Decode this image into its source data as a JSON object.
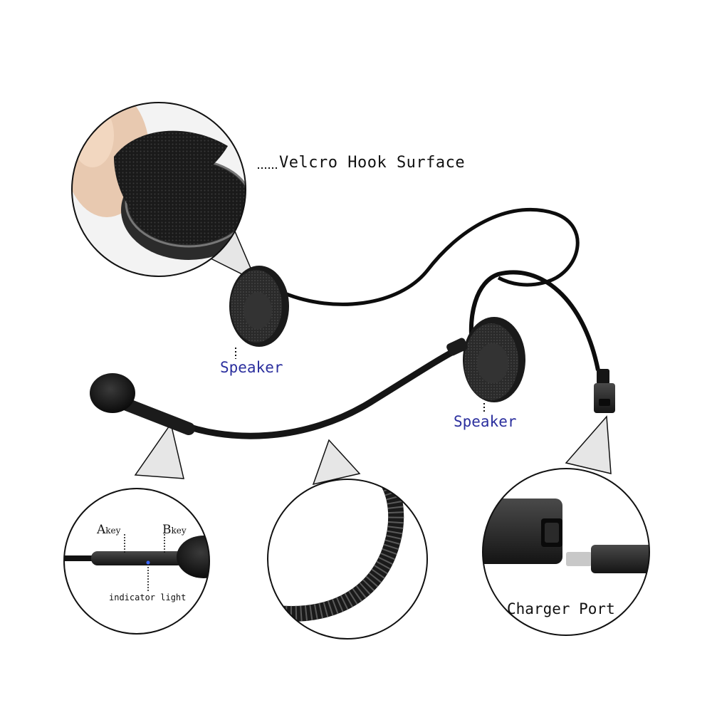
{
  "labels": {
    "velcro": "Velcro Hook Surface",
    "speaker_left": "Speaker",
    "speaker_right": "Speaker",
    "a_key_letter": "A",
    "a_key_word": "key",
    "b_key_letter": "B",
    "b_key_word": "key",
    "indicator": "indicator light",
    "charger": "Charger Port"
  },
  "colors": {
    "speaker_label": "#2b2f9e",
    "indicator_led": "#3a66ff",
    "product_black": "#111111",
    "callout_gray": "#e4e4e4"
  }
}
